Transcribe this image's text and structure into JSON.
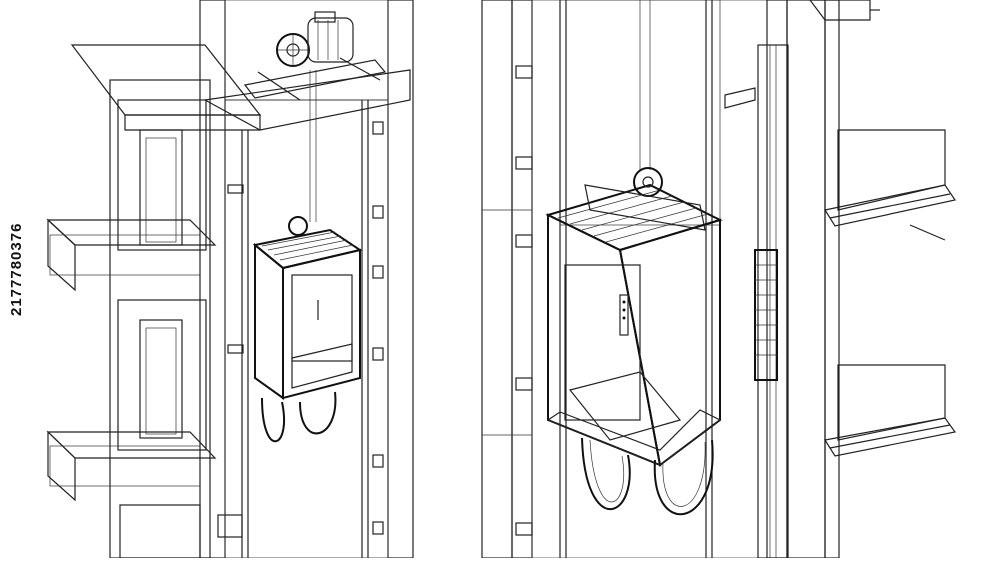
{
  "image_id_text": "2177780376",
  "colors": {
    "ink": "#111111",
    "paper": "#ffffff",
    "concrete_speckle": "#555555",
    "watermark": "#e6e6e6"
  },
  "panels": [
    {
      "name": "left-elevator-shaft-isometric"
    },
    {
      "name": "right-elevator-shaft-closeup"
    }
  ]
}
